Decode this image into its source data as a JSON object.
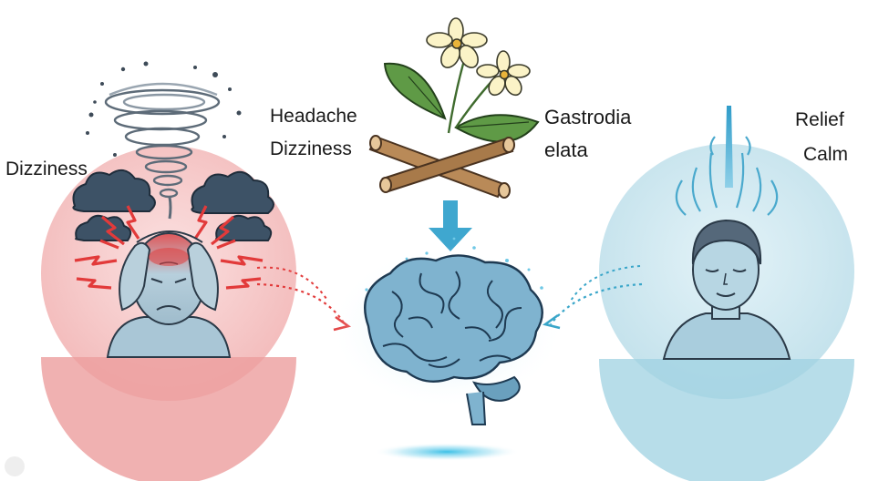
{
  "left_panel": {
    "label": "Dizziness",
    "state": "headache and dizziness"
  },
  "herb_panel": {
    "symptom_labels": [
      "Headache",
      "Dizziness"
    ],
    "herb_name_line1": "Gastrodia",
    "herb_name_line2": "elata"
  },
  "right_panel": {
    "labels": [
      "Relief",
      "Calm"
    ]
  },
  "colors": {
    "pain_red": "#e23a3a",
    "pain_circle": "#f7cfcf",
    "calm_circle": "#cfe8f0",
    "brain_blue": "#6fa9c8",
    "arrow_teal": "#3aa6c9"
  }
}
